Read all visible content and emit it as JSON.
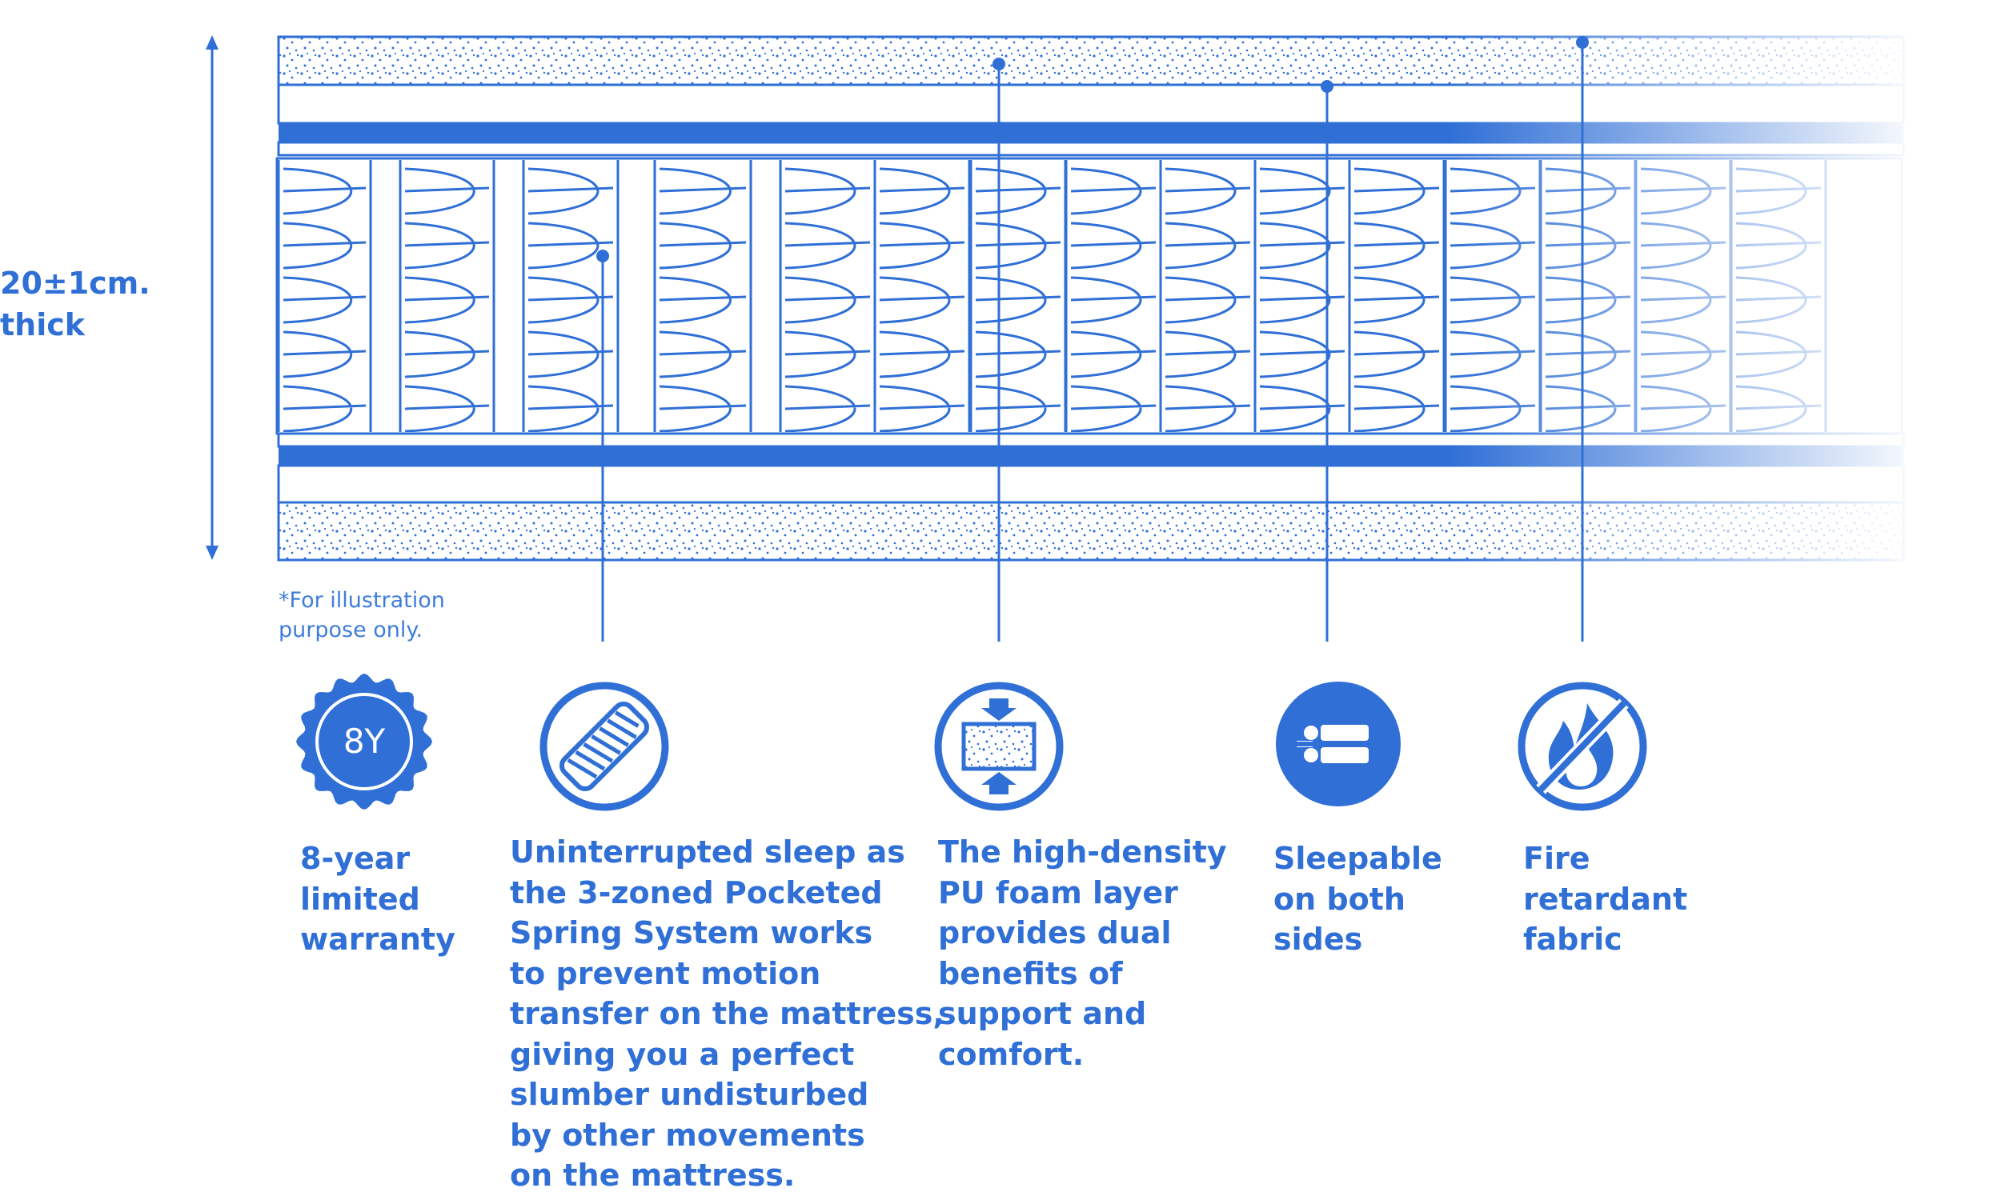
{
  "colors": {
    "primary": "#2f6fd6",
    "light": "#9fc0ee",
    "white": "#ffffff"
  },
  "thickness_label": "20±1cm.\nthick",
  "illustration_note": "*For illustration\npurpose only.",
  "warranty_badge": "8Y",
  "features": [
    {
      "icon": "warranty-badge-icon",
      "text": "8-year\nlimited\nwarranty"
    },
    {
      "icon": "pocketed-spring-icon",
      "text": "Uninterrupted sleep as\nthe 3-zoned Pocketed\nSpring System works\nto prevent motion\ntransfer on the mattress,\ngiving you a perfect\nslumber undisturbed\nby other movements\non the mattress."
    },
    {
      "icon": "foam-compression-icon",
      "text": "The high-density\nPU foam layer\nprovides dual\nbenefits of\nsupport and\ncomfort."
    },
    {
      "icon": "sleep-both-sides-icon",
      "text": "Sleepable\non both\nsides"
    },
    {
      "icon": "fire-retardant-icon",
      "text": "Fire\nretardant\nfabric"
    }
  ]
}
